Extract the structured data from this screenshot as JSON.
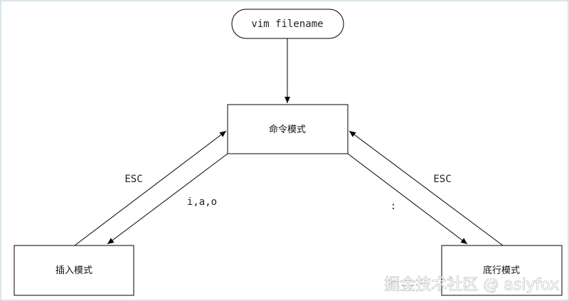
{
  "nodes": {
    "start": "vim filename",
    "command": "命令模式",
    "insert": "插入模式",
    "lastline": "底行模式"
  },
  "edges": {
    "insert_to_command": "ESC",
    "command_to_insert": "i,a,o",
    "command_to_lastline": ":",
    "lastline_to_command": "ESC"
  },
  "watermark": "掘金技术社区 @ aslyfox",
  "colors": {
    "stroke": "#000000",
    "background": "#ffffff",
    "frame": "#d8e6ec"
  }
}
